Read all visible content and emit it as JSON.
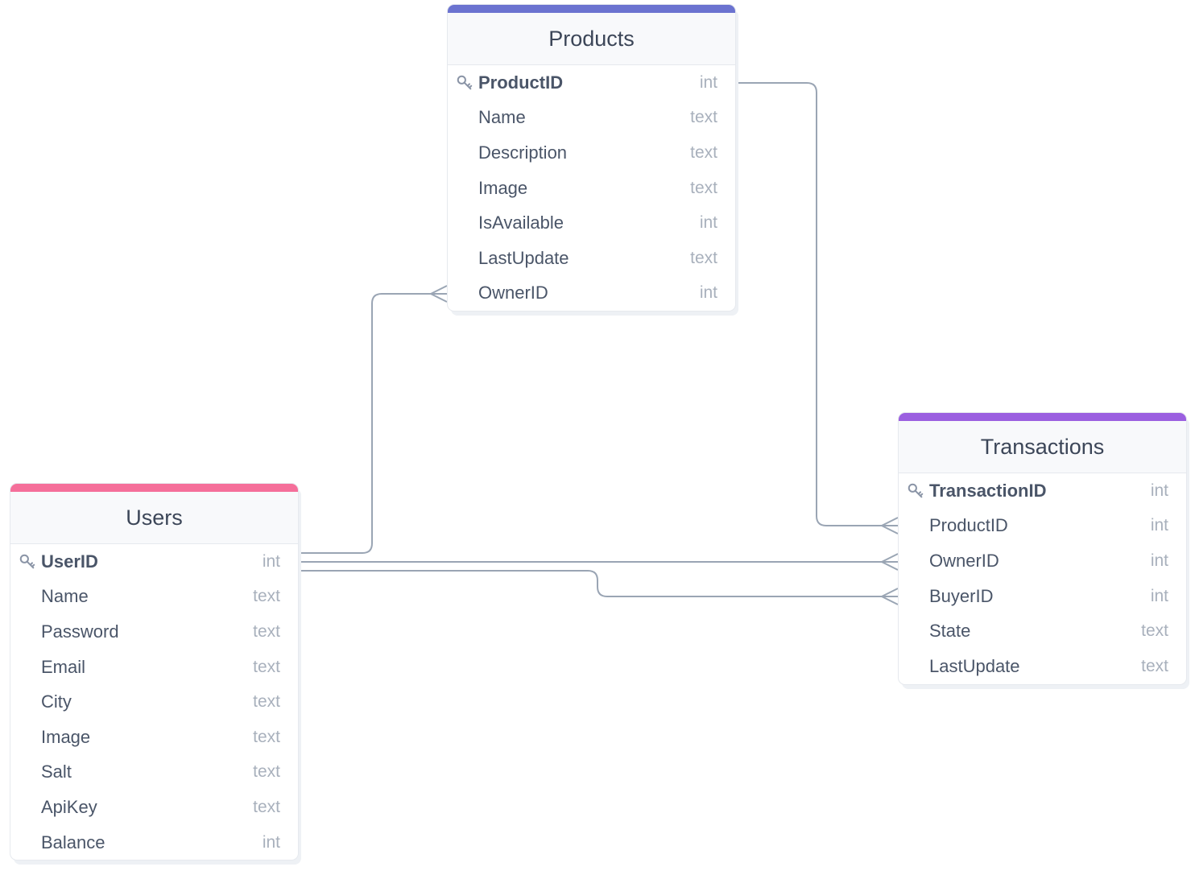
{
  "tables": {
    "products": {
      "title": "Products",
      "accent": "#6b73d0",
      "fields": [
        {
          "name": "ProductID",
          "type": "int",
          "pk": true
        },
        {
          "name": "Name",
          "type": "text"
        },
        {
          "name": "Description",
          "type": "text"
        },
        {
          "name": "Image",
          "type": "text"
        },
        {
          "name": "IsAvailable",
          "type": "int"
        },
        {
          "name": "LastUpdate",
          "type": "text"
        },
        {
          "name": "OwnerID",
          "type": "int"
        }
      ]
    },
    "users": {
      "title": "Users",
      "accent": "#f56f9a",
      "fields": [
        {
          "name": "UserID",
          "type": "int",
          "pk": true
        },
        {
          "name": "Name",
          "type": "text"
        },
        {
          "name": "Password",
          "type": "text"
        },
        {
          "name": "Email",
          "type": "text"
        },
        {
          "name": "City",
          "type": "text"
        },
        {
          "name": "Image",
          "type": "text"
        },
        {
          "name": "Salt",
          "type": "text"
        },
        {
          "name": "ApiKey",
          "type": "text"
        },
        {
          "name": "Balance",
          "type": "int"
        }
      ]
    },
    "transactions": {
      "title": "Transactions",
      "accent": "#9b5fe0",
      "fields": [
        {
          "name": "TransactionID",
          "type": "int",
          "pk": true
        },
        {
          "name": "ProductID",
          "type": "int"
        },
        {
          "name": "OwnerID",
          "type": "int"
        },
        {
          "name": "BuyerID",
          "type": "int"
        },
        {
          "name": "State",
          "type": "text"
        },
        {
          "name": "LastUpdate",
          "type": "text"
        }
      ]
    }
  },
  "relationships": [
    {
      "from": "Users.UserID",
      "to": "Products.OwnerID",
      "cardinality": "one-to-many"
    },
    {
      "from": "Users.UserID",
      "to": "Transactions.OwnerID",
      "cardinality": "one-to-many"
    },
    {
      "from": "Users.UserID",
      "to": "Transactions.BuyerID",
      "cardinality": "one-to-many"
    },
    {
      "from": "Products.ProductID",
      "to": "Transactions.ProductID",
      "cardinality": "one-to-many"
    }
  ],
  "colors": {
    "line": "#9aa5b4",
    "key_icon": "#8a94a6"
  }
}
